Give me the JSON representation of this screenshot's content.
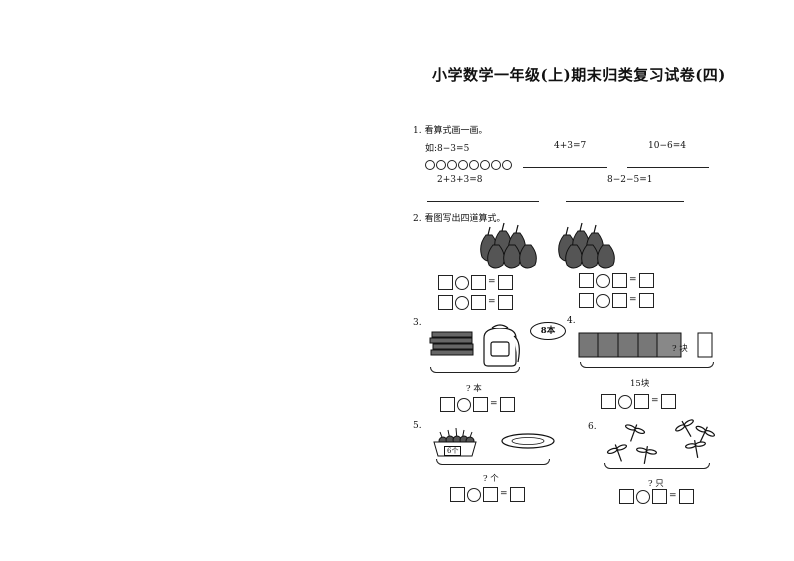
{
  "title": "小学数学一年级(上)期末归类复习试卷(四)",
  "q1": {
    "heading": "1. 看算式画一画。",
    "example": "如:8−3=5",
    "eq_a": "4+3=7",
    "eq_b": "10−6=4",
    "eq_c": "2+3+3=8",
    "eq_d": "8−2−5=1"
  },
  "q2": {
    "heading": "2. 看图写出四道算式。",
    "equal": "="
  },
  "q3": {
    "number": "3.",
    "bubble": "8本",
    "question": "? 本",
    "equal": "="
  },
  "q4": {
    "number": "4.",
    "unknown": "? 块",
    "total": "15块",
    "equal": "="
  },
  "q5": {
    "number": "5.",
    "basket_label": "6个",
    "question": "? 个",
    "equal": "="
  },
  "q6": {
    "number": "6.",
    "question": "? 只",
    "equal": "="
  },
  "icons": [
    "pear-icon",
    "book-stack-icon",
    "backpack-icon",
    "brick-icon",
    "basket-icon",
    "plate-icon",
    "dragonfly-icon"
  ]
}
